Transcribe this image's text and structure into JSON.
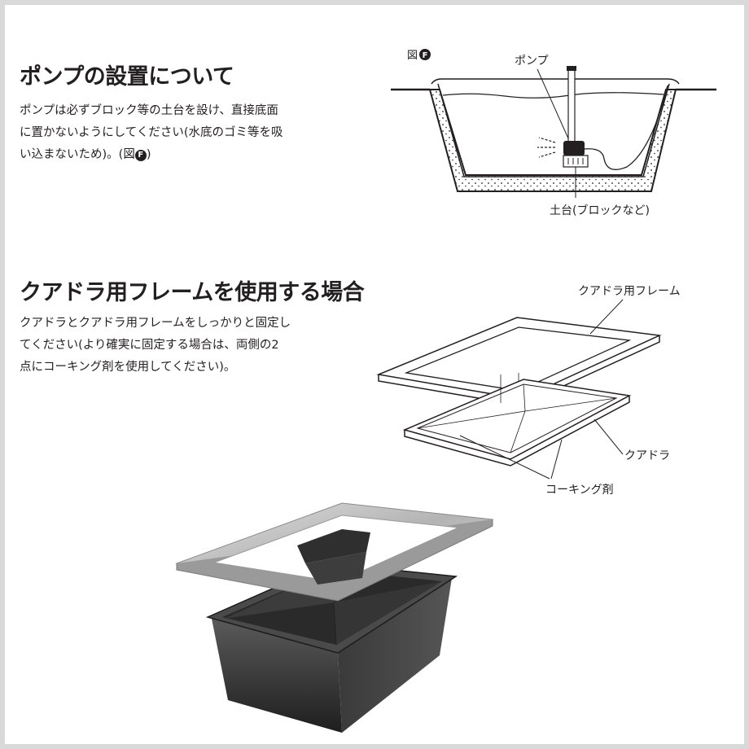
{
  "section_pump": {
    "title": "ポンプの設置について",
    "lines": [
      "ポンプは必ずブロック等の土台を設け、直接底面",
      "に置かないようにしてください(水底のゴミ等を吸",
      "い込まないため)。(図"
    ],
    "line3_suffix": ")",
    "badge": "F"
  },
  "figure_f": {
    "figure_label": "図",
    "badge": "F",
    "label_pump": "ポンプ",
    "label_base": "土台(ブロックなど)"
  },
  "section_frame": {
    "title": "クアドラ用フレームを使用する場合",
    "lines": [
      "クアドラとクアドラ用フレームをしっかりと固定し",
      "てください(より確実に固定する場合は、両側の2",
      "点にコーキング剤を使用してください)。"
    ]
  },
  "figure_frame": {
    "label_frame": "クアドラ用フレーム",
    "label_quadra": "クアドラ",
    "label_caulking": "コーキング剤"
  },
  "colors": {
    "text": "#231f20",
    "border": "#d9d9d9",
    "tub_dark": "#2e2e2e",
    "frame_silver": "#bdbdbd"
  }
}
